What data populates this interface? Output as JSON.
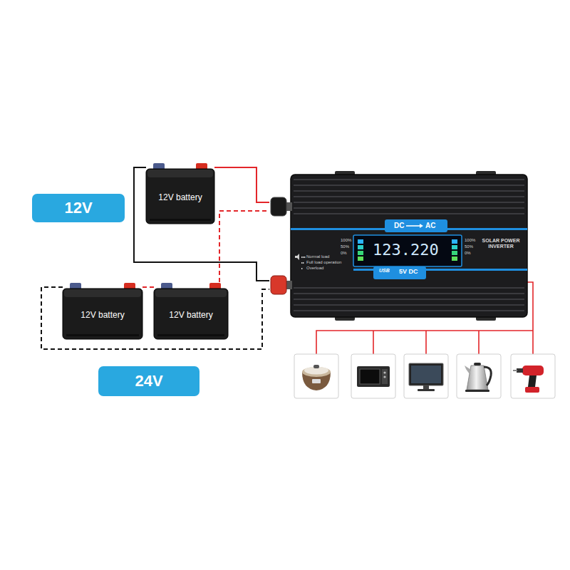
{
  "diagram": {
    "nodes": [
      {
        "text": [
          "12V battery"
        ]
      },
      {
        "text": [
          "12V"
        ]
      },
      {
        "text": [
          "SOLAR POWER INVERTER"
        ]
      },
      {
        "text": [
          "12V battery"
        ]
      },
      {
        "text": [
          "12V battery"
        ]
      },
      {
        "text": [
          "24V"
        ]
      }
    ],
    "edges": [
      {
        "from": 0,
        "to": 2,
        "arrow": "none"
      },
      {
        "from": 0,
        "to": 2,
        "arrow": "none"
      },
      {
        "from": 3,
        "to": 4,
        "arrow": "none"
      },
      {
        "from": 4,
        "to": 2,
        "arrow": "none"
      },
      {
        "from": 3,
        "to": 2,
        "arrow": "none"
      }
    ],
    "labels": [
      "DC",
      "AC",
      "123.220",
      "Normal load",
      "Full load operation",
      "Overload",
      "100%",
      "50%",
      "0%",
      "100%",
      "50%",
      "0%",
      "USB",
      "5V DC"
    ]
  }
}
